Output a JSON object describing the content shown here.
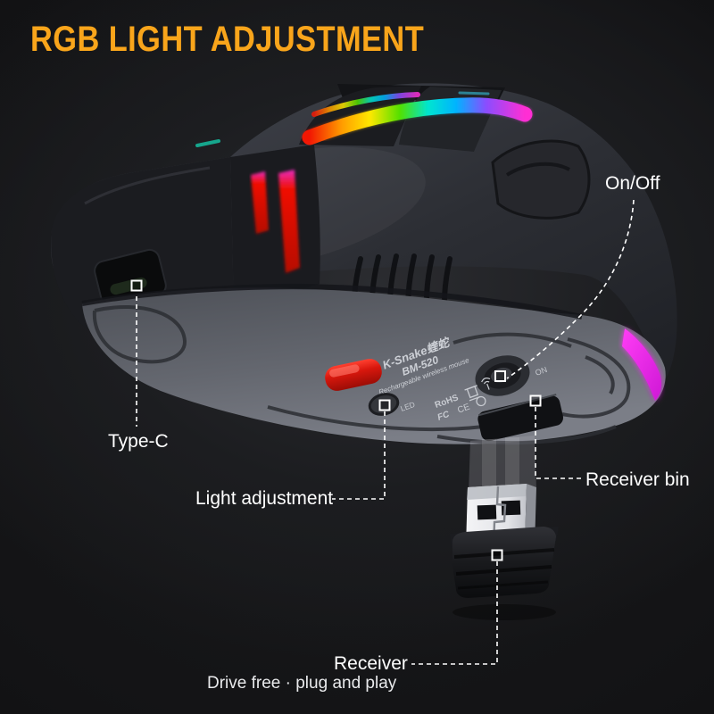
{
  "title": "RGB LIGHT ADJUSTMENT",
  "callouts": {
    "on_off": "On/Off",
    "type_c": "Type-C",
    "light_adjustment": "Light adjustment",
    "receiver_bin": "Receiver bin",
    "receiver": "Receiver",
    "receiver_tagline": "Drive free · plug and play"
  },
  "mouse_markings": {
    "brand": "K-Snake蝰蛇",
    "model": "BM-520",
    "product_line": "Rechargeable wireless mouse",
    "power_switch": "ON",
    "led_button": "LED",
    "cert_rohs": "RoHS",
    "cert_fcc": "FC",
    "cert_ce": "CE"
  },
  "colors": {
    "accent_orange": "#F9A51B",
    "label_white": "#FFFFFF",
    "rgb_strip": [
      "#F21806",
      "#FF9D00",
      "#FFE800",
      "#52E000",
      "#00E5D0",
      "#00B4FF",
      "#8A4DFF",
      "#FF2FD4"
    ],
    "side_glow_magenta": "#EE2FF0",
    "front_strip_red": "#EF1206",
    "bottom_pad_red": "#D8170D"
  }
}
